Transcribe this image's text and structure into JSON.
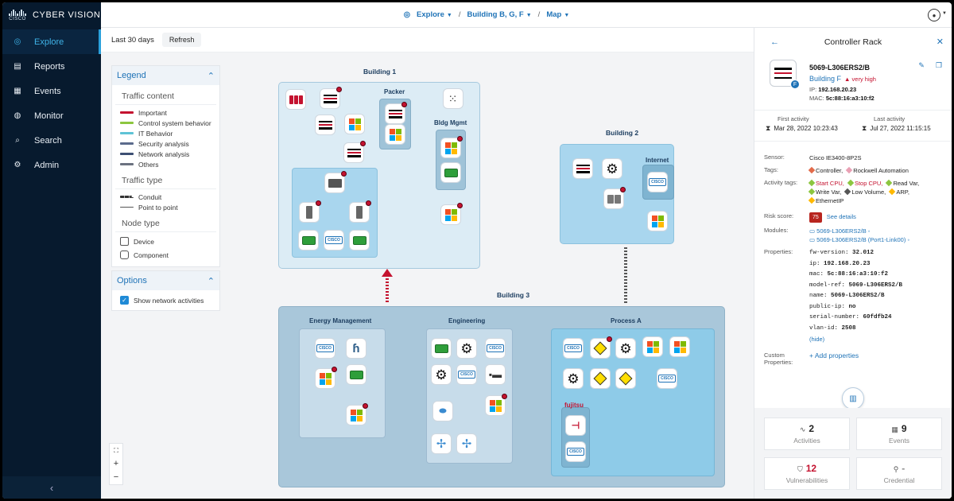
{
  "app": {
    "brand": "CYBER VISION",
    "logo_text": "CISCO"
  },
  "sidebar": {
    "items": [
      {
        "label": "Explore",
        "icon": "compass-icon",
        "active": true
      },
      {
        "label": "Reports",
        "icon": "report-icon",
        "active": false
      },
      {
        "label": "Events",
        "icon": "calendar-icon",
        "active": false
      },
      {
        "label": "Monitor",
        "icon": "monitor-icon",
        "active": false
      },
      {
        "label": "Search",
        "icon": "search-icon",
        "active": false
      },
      {
        "label": "Admin",
        "icon": "gear-icon",
        "active": false
      }
    ],
    "collapse": "‹"
  },
  "breadcrumb": {
    "explore": "Explore",
    "preset": "Building B, G, F",
    "view": "Map",
    "sep": "/"
  },
  "toolbar": {
    "period": "Last 30 days",
    "refresh": "Refresh"
  },
  "legend": {
    "title": "Legend",
    "traffic_content_title": "Traffic content",
    "traffic_content": [
      {
        "label": "Important",
        "color": "#c4122f"
      },
      {
        "label": "Control system behavior",
        "color": "#8cc63f"
      },
      {
        "label": "IT Behavior",
        "color": "#5ec3d6"
      },
      {
        "label": "Security analysis",
        "color": "#5b6b8c"
      },
      {
        "label": "Network analysis",
        "color": "#3d4f73"
      },
      {
        "label": "Others",
        "color": "#6b7280"
      }
    ],
    "traffic_type_title": "Traffic type",
    "traffic_type": [
      {
        "label": "Conduit"
      },
      {
        "label": "Point to point"
      }
    ],
    "node_type_title": "Node type",
    "node_type": [
      {
        "label": "Device"
      },
      {
        "label": "Component"
      }
    ]
  },
  "options": {
    "title": "Options",
    "show_network": "Show network activities"
  },
  "zoom": {
    "fit": "⛶",
    "in": "+",
    "out": "−"
  },
  "map": {
    "building1": "Building 1",
    "packer": "Packer",
    "bldg_mgmt": "Bldg Mgmt",
    "building2": "Building 2",
    "internet": "Internet",
    "building3": "Building 3",
    "energy": "Energy Management",
    "engineering": "Engineering",
    "process_a": "Process A",
    "fujitsu": "fujitsu",
    "cisco_label": "CISCO"
  },
  "panel": {
    "title": "Controller Rack",
    "device_name": "5069-L306ERS2/B",
    "building": "Building F",
    "severity": "very high",
    "badge": "F",
    "ip_label": "IP:",
    "ip": "192.168.20.23",
    "mac_label": "MAC:",
    "mac": "5c:88:16:a3:10:f2",
    "first_activity_label": "First activity",
    "first_activity": "Mar 28, 2022 10:23:43",
    "last_activity_label": "Last activity",
    "last_activity": "Jul 27, 2022 11:15:15",
    "sensor_label": "Sensor:",
    "sensor": "Cisco IE3400-8P2S",
    "tags_label": "Tags:",
    "tags": [
      "Controller,",
      "Rockwell Automation"
    ],
    "activity_tags_label": "Activity tags:",
    "activity_tags": [
      "Start CPU,",
      "Stop CPU,",
      "Read Var,",
      "Write Var,",
      "Low Volume,",
      "ARP,",
      "EthernetIP"
    ],
    "risk_label": "Risk score:",
    "risk_score": "75",
    "see_details": "See details",
    "modules_label": "Modules:",
    "modules": [
      "5069-L306ERS2/B",
      "5069-L306ERS2/B (Port1-Link00)"
    ],
    "properties_label": "Properties:",
    "properties": [
      {
        "key": "fw-version:",
        "value": "32.012"
      },
      {
        "key": "ip:",
        "value": "192.168.20.23"
      },
      {
        "key": "mac:",
        "value": "5c:88:16:a3:10:f2"
      },
      {
        "key": "model-ref:",
        "value": "5069-L306ERS2/B"
      },
      {
        "key": "name:",
        "value": "5069-L306ERS2/B"
      },
      {
        "key": "public-ip:",
        "value": "no"
      },
      {
        "key": "serial-number:",
        "value": "60fdfb24"
      },
      {
        "key": "vlan-id:",
        "value": "2508"
      }
    ],
    "hide": "(hide)",
    "custom_label": "Custom Properties:",
    "add_properties": "+ Add properties",
    "stats": {
      "activities_val": "2",
      "activities": "Activities",
      "events_val": "9",
      "events": "Events",
      "vuln_val": "12",
      "vuln": "Vulnerabilities",
      "cred_val": "-",
      "cred": "Credential"
    }
  }
}
